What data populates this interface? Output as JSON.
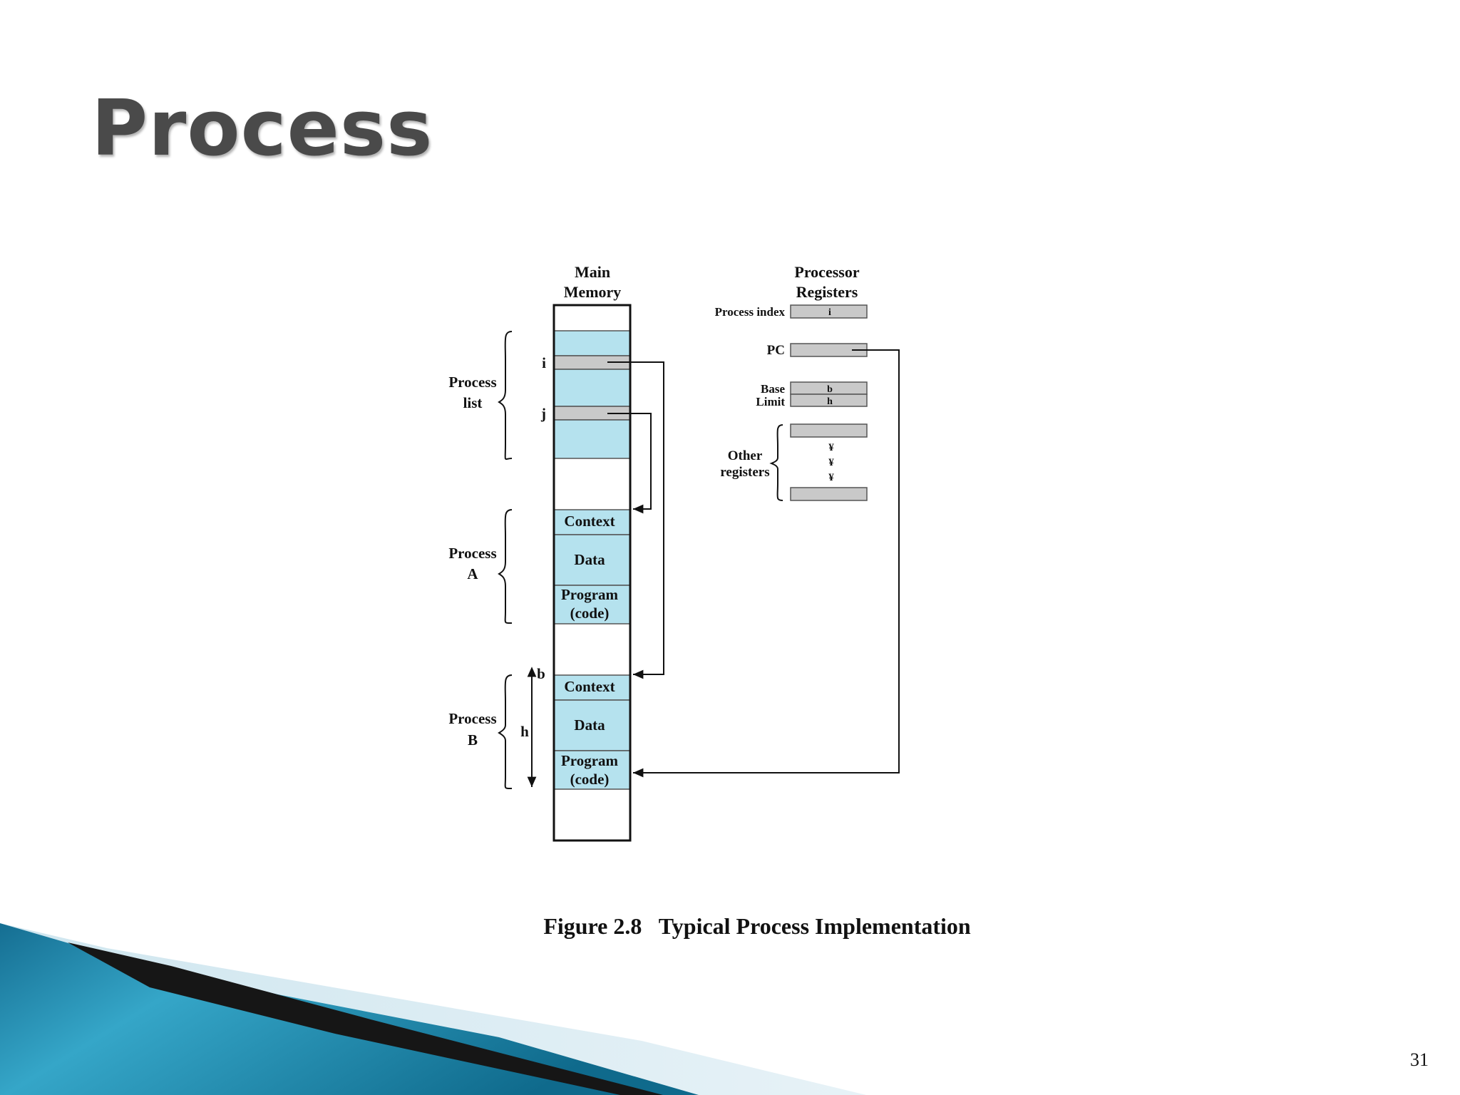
{
  "slide": {
    "title": "Process",
    "page_number": "31"
  },
  "diagram": {
    "main_memory_header": [
      "Main",
      "Memory"
    ],
    "processor_registers_header": [
      "Processor",
      "Registers"
    ],
    "process_list": {
      "label": [
        "Process",
        "list"
      ],
      "entry_i": "i",
      "entry_j": "j"
    },
    "process_a": {
      "label": [
        "Process",
        "A"
      ],
      "context": "Context",
      "data": "Data",
      "program": [
        "Program",
        "(code)"
      ]
    },
    "process_b": {
      "label": [
        "Process",
        "B"
      ],
      "context": "Context",
      "data": "Data",
      "program": [
        "Program",
        "(code)"
      ],
      "base_marker": "b",
      "length_marker": "h"
    },
    "registers": {
      "process_index": {
        "label": "Process index",
        "value": "i"
      },
      "pc": {
        "label": "PC"
      },
      "base": {
        "label": "Base",
        "value": "b"
      },
      "limit": {
        "label": "Limit",
        "value": "h"
      },
      "other": {
        "label": [
          "Other",
          "registers"
        ],
        "dots": [
          "¥",
          "¥",
          "¥"
        ]
      }
    },
    "caption": "Figure 2.8   Typical Process Implementation"
  },
  "colors": {
    "memory_fill": "#b5e2ee",
    "register_fill": "#c9c9c9",
    "title": "#4a4a4a",
    "accent_dark": "#1a1a1a",
    "accent_blue": "#1e8fb3"
  }
}
